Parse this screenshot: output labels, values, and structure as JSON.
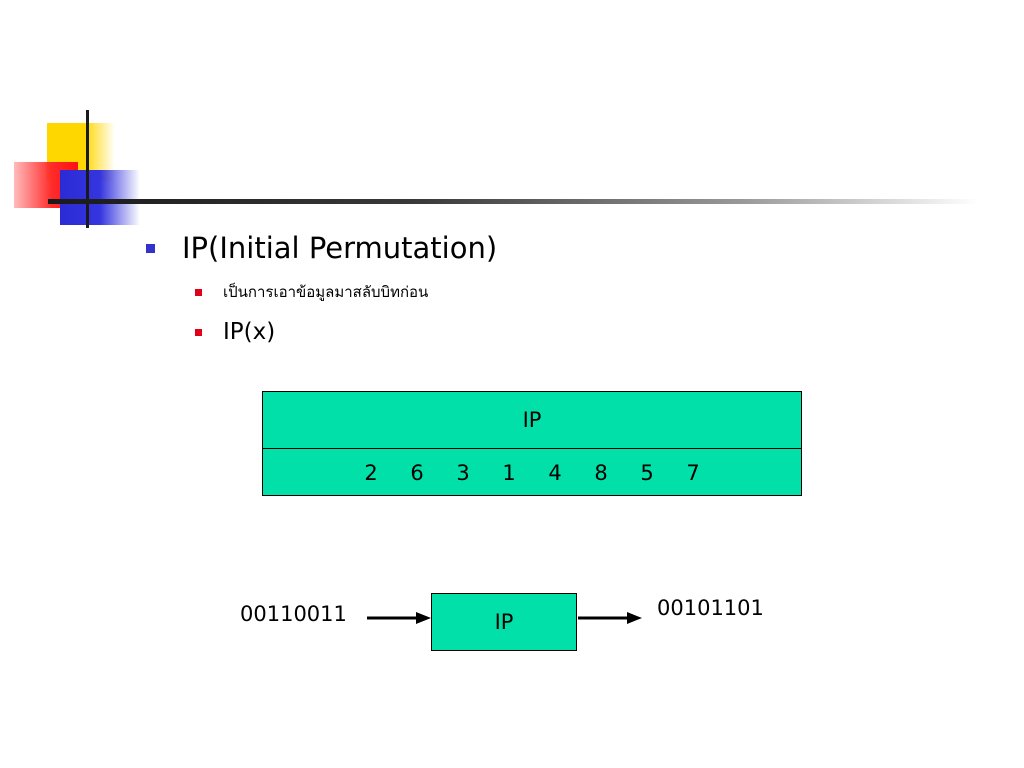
{
  "bullets": {
    "main": "IP(Initial Permutation)",
    "sub": [
      "เป็นการเอาข้อมูลมาสลับบิทก่อน",
      "IP(x)"
    ]
  },
  "table": {
    "header": "IP",
    "values": [
      "2",
      "6",
      "3",
      "1",
      "4",
      "8",
      "5",
      "7"
    ]
  },
  "flow": {
    "input": "00110011",
    "box_label": "IP",
    "output": "00101101"
  },
  "colors": {
    "table_fill": "#00e0a8",
    "main_bullet": "#3333cc",
    "sub_bullet": "#e0001a"
  }
}
